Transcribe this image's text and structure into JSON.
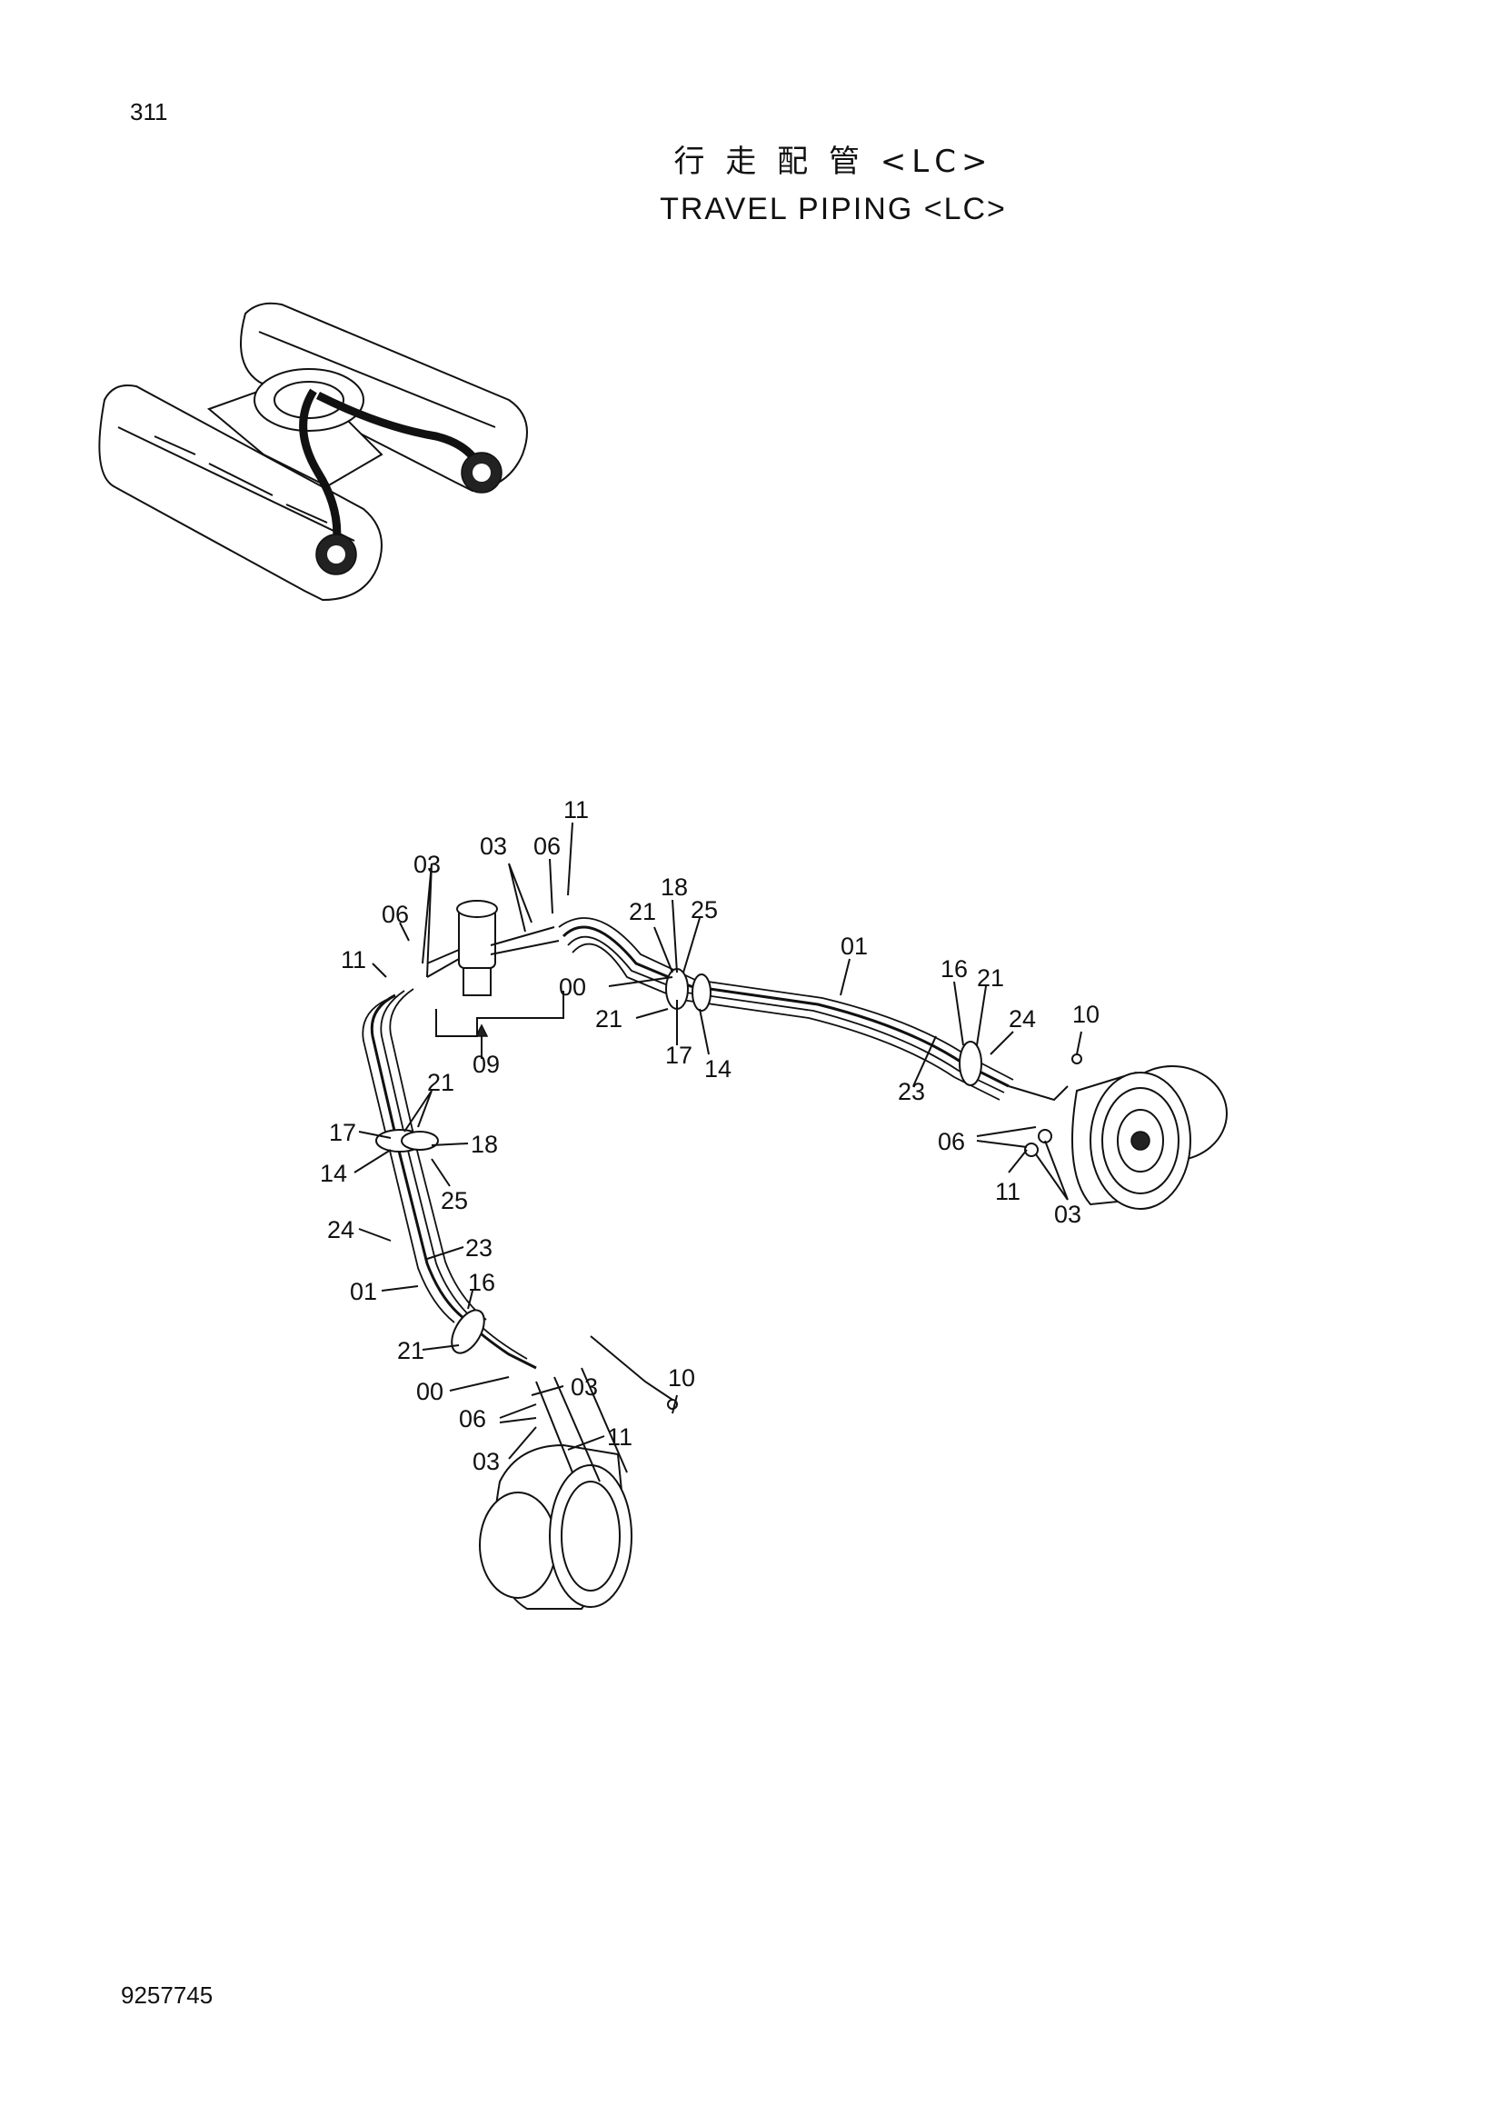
{
  "page_number": "311",
  "title_cn": "行 走 配 管 <LC>",
  "title_en": "TRAVEL PIPING <LC>",
  "doc_number": "9257745",
  "callouts": {
    "c11_top": "11",
    "c03_a": "03",
    "c03_b": "03",
    "c06_a": "06",
    "c06_b": "06",
    "c11_left": "11",
    "c18_top": "18",
    "c21_top": "21",
    "c25_top": "25",
    "c00_top": "00",
    "c21_mid": "21",
    "c17_top": "17",
    "c14_top": "14",
    "c09": "09",
    "c01_right": "01",
    "c16_right": "16",
    "c21_right": "21",
    "c24_right": "24",
    "c10_right": "10",
    "c23_right": "23",
    "c06_right": "06",
    "c11_right": "11",
    "c03_right": "03",
    "c21_left": "21",
    "c17_left": "17",
    "c18_left": "18",
    "c14_left": "14",
    "c25_left": "25",
    "c24_left": "24",
    "c23_left": "23",
    "c01_left": "01",
    "c16_left": "16",
    "c21_bottom": "21",
    "c00_bottom": "00",
    "c03_bottom_a": "03",
    "c06_bottom": "06",
    "c03_bottom_b": "03",
    "c10_bottom": "10",
    "c11_bottom": "11"
  }
}
